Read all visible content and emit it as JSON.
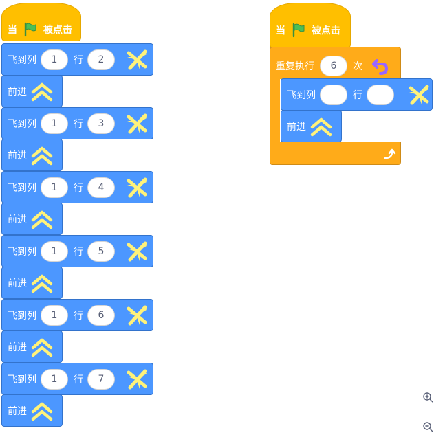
{
  "left_script": {
    "hat": {
      "prefix": "当",
      "suffix": "被点击"
    },
    "blocks": [
      {
        "fly_label": "飞到列",
        "col": "1",
        "row_label": "行",
        "row": "2",
        "forward_label": "前进"
      },
      {
        "fly_label": "飞到列",
        "col": "1",
        "row_label": "行",
        "row": "3",
        "forward_label": "前进"
      },
      {
        "fly_label": "飞到列",
        "col": "1",
        "row_label": "行",
        "row": "4",
        "forward_label": "前进"
      },
      {
        "fly_label": "飞到列",
        "col": "1",
        "row_label": "行",
        "row": "5",
        "forward_label": "前进"
      },
      {
        "fly_label": "飞到列",
        "col": "1",
        "row_label": "行",
        "row": "6",
        "forward_label": "前进"
      },
      {
        "fly_label": "飞到列",
        "col": "1",
        "row_label": "行",
        "row": "7",
        "forward_label": "前进"
      }
    ]
  },
  "right_script": {
    "hat": {
      "prefix": "当",
      "suffix": "被点击"
    },
    "repeat": {
      "label": "重复执行",
      "times": "6",
      "suffix": "次"
    },
    "fly": {
      "fly_label": "飞到列",
      "col": "",
      "row_label": "行",
      "row": ""
    },
    "forward_label": "前进"
  },
  "colors": {
    "motion": "#4C97FF",
    "events": "#FFBF00",
    "control": "#FFAB19",
    "plane_icon": "#FFF27A",
    "flag": "#4CBF56"
  },
  "icons": [
    "flag-icon",
    "plane-icon",
    "chevron-up-icon",
    "repeat-arrow-icon",
    "loop-end-arrow-icon",
    "zoom-in-icon",
    "zoom-out-icon"
  ]
}
